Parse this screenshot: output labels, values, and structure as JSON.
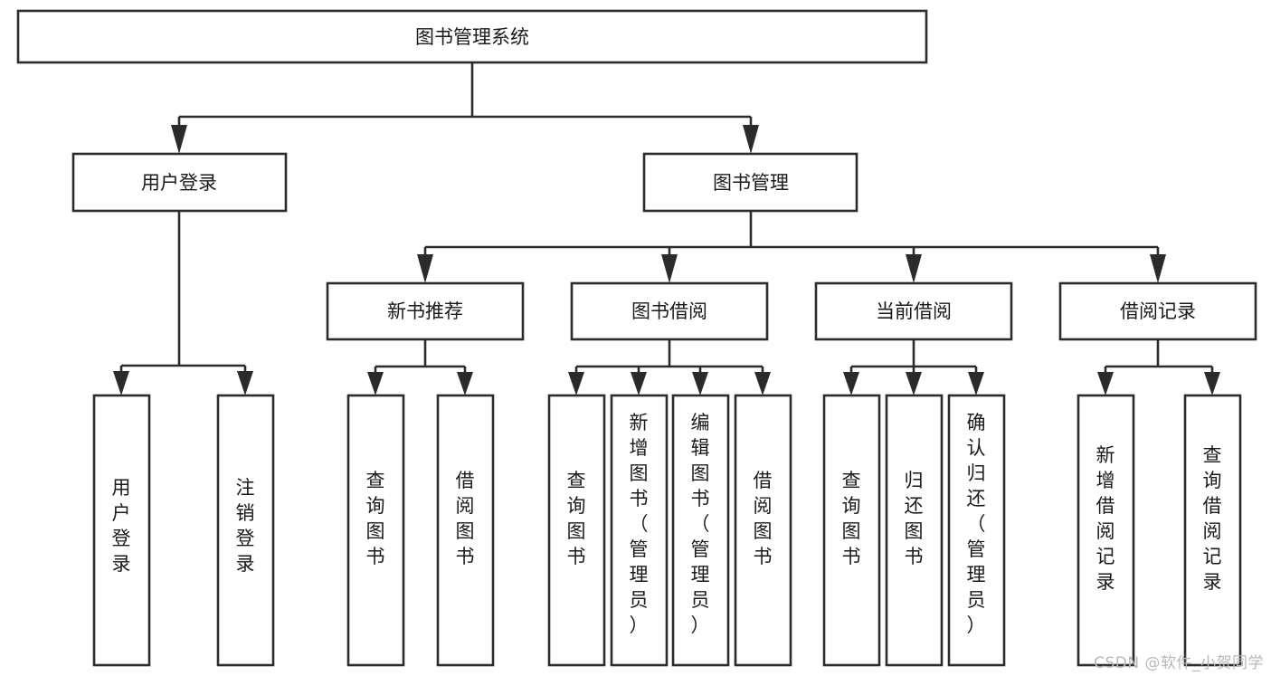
{
  "diagram": {
    "title": "图书管理系统",
    "type": "tree-hierarchy-diagram",
    "orientation": "top-down",
    "colors": {
      "box_fill": "#ffffff",
      "box_stroke": "#2b2b2b",
      "text": "#1a1a1a",
      "background": "#ffffff",
      "watermark": "#b9b9b9"
    },
    "root": {
      "label": "图书管理系统",
      "text_orientation": "horizontal"
    },
    "level2": [
      {
        "label": "用户登录",
        "text_orientation": "horizontal"
      },
      {
        "label": "图书管理",
        "text_orientation": "horizontal"
      }
    ],
    "level3": [
      {
        "label": "新书推荐",
        "text_orientation": "horizontal",
        "parent": "图书管理"
      },
      {
        "label": "图书借阅",
        "text_orientation": "horizontal",
        "parent": "图书管理"
      },
      {
        "label": "当前借阅",
        "text_orientation": "horizontal",
        "parent": "图书管理"
      },
      {
        "label": "借阅记录",
        "text_orientation": "horizontal",
        "parent": "图书管理"
      }
    ],
    "leaves": {
      "用户登录": [
        {
          "label": "用户登录",
          "text_orientation": "vertical"
        },
        {
          "label": "注销登录",
          "text_orientation": "vertical"
        }
      ],
      "新书推荐": [
        {
          "label": "查询图书",
          "text_orientation": "vertical"
        },
        {
          "label": "借阅图书",
          "text_orientation": "vertical"
        }
      ],
      "图书借阅": [
        {
          "label": "查询图书",
          "text_orientation": "vertical"
        },
        {
          "label": "新增图书（管理员）",
          "text_orientation": "vertical"
        },
        {
          "label": "编辑图书（管理员）",
          "text_orientation": "vertical"
        },
        {
          "label": "借阅图书",
          "text_orientation": "vertical"
        }
      ],
      "当前借阅": [
        {
          "label": "查询图书",
          "text_orientation": "vertical"
        },
        {
          "label": "归还图书",
          "text_orientation": "vertical"
        },
        {
          "label": "确认归还（管理员）",
          "text_orientation": "vertical"
        }
      ],
      "借阅记录": [
        {
          "label": "新增借阅记录",
          "text_orientation": "vertical"
        },
        {
          "label": "查询借阅记录",
          "text_orientation": "vertical"
        }
      ]
    }
  },
  "watermark": {
    "text": "CSDN @软件_小贺同学"
  }
}
